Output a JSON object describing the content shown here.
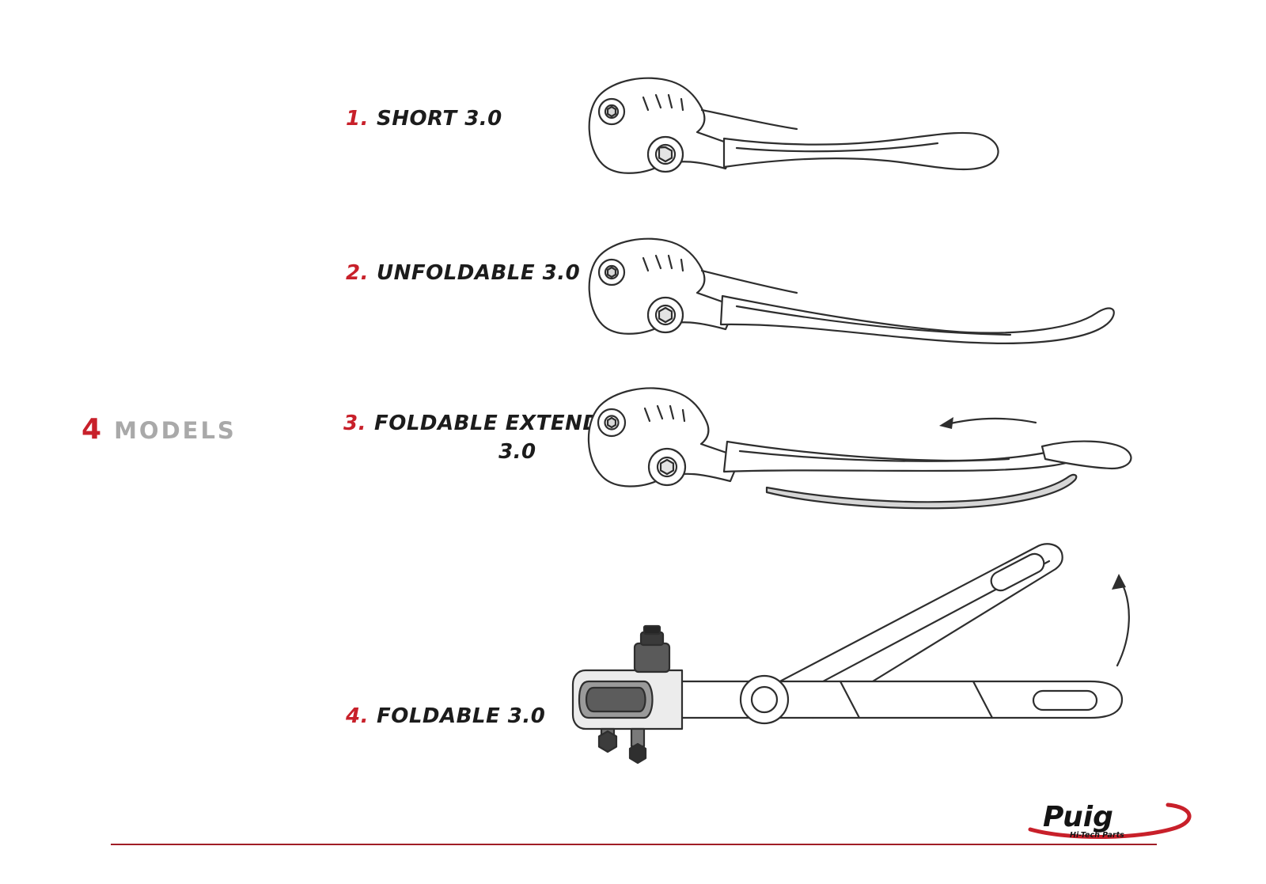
{
  "models_title": {
    "count": "4",
    "label": "MODELS"
  },
  "models": [
    {
      "number": "1.",
      "name": "SHORT 3.0"
    },
    {
      "number": "2.",
      "name": "UNFOLDABLE 3.0"
    },
    {
      "number": "3.",
      "name": "FOLDABLE EXTENDABLE",
      "name_line2": "3.0"
    },
    {
      "number": "4.",
      "name": "FOLDABLE 3.0"
    }
  ],
  "illustrations": [
    {
      "icon": "short-lever-drawing"
    },
    {
      "icon": "unfoldable-lever-drawing"
    },
    {
      "icon": "foldable-extendable-lever-drawing"
    },
    {
      "icon": "foldable-lever-folded-drawing"
    }
  ],
  "logo": {
    "brand": "Puig",
    "tagline": "Hi-Tech Parts"
  },
  "colors": {
    "accent_red": "#c8202a",
    "muted_gray": "#a9a9a9",
    "sketch_line": "#2e2e2e",
    "shade_gray": "#d6d6d6",
    "footer_line": "#a01d26"
  }
}
